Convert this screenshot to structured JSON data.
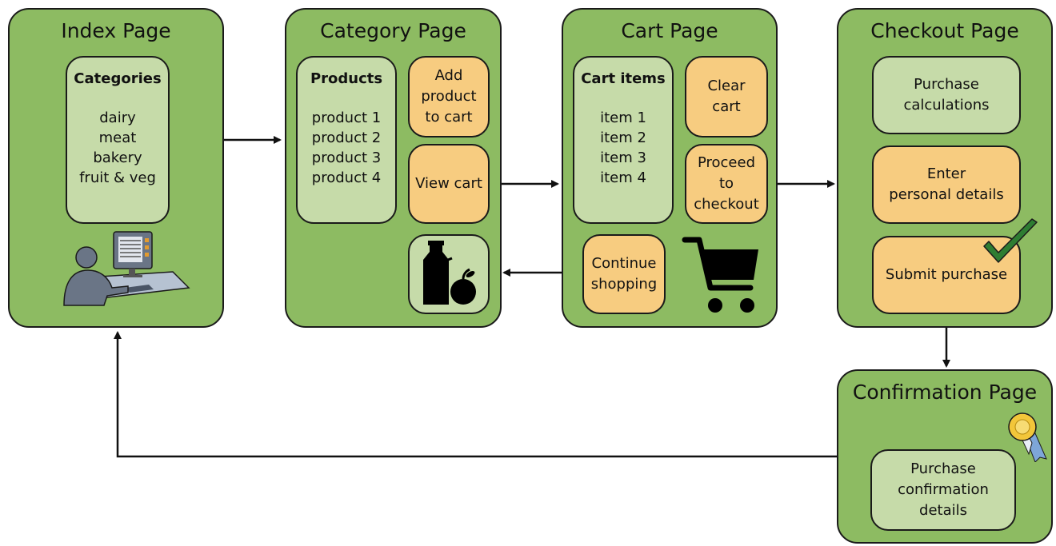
{
  "index": {
    "title": "Index Page",
    "categories": {
      "header": "Categories",
      "items": [
        "dairy",
        "meat",
        "bakery",
        "fruit & veg"
      ]
    },
    "icon": "person-at-computer-icon"
  },
  "category": {
    "title": "Category Page",
    "products": {
      "header": "Products",
      "items": [
        "product 1",
        "product 2",
        "product 3",
        "product 4"
      ]
    },
    "add_to_cart": [
      "Add",
      "product",
      "to cart"
    ],
    "view_cart": "View cart",
    "icon": "groceries-icon"
  },
  "cart": {
    "title": "Cart Page",
    "items": {
      "header": "Cart items",
      "items": [
        "item 1",
        "item 2",
        "item 3",
        "item 4"
      ]
    },
    "clear_cart": "Clear cart",
    "proceed": [
      "Proceed to",
      "checkout"
    ],
    "continue": [
      "Continue",
      "shopping"
    ],
    "icon": "shopping-cart-icon"
  },
  "checkout": {
    "title": "Checkout Page",
    "calculations": [
      "Purchase",
      "calculations"
    ],
    "personal": [
      "Enter",
      "personal details"
    ],
    "submit": "Submit purchase",
    "icon": "checkmark-icon"
  },
  "confirmation": {
    "title": "Confirmation Page",
    "details": [
      "Purchase",
      "confirmation",
      "details"
    ],
    "icon": "award-ribbon-icon"
  },
  "colors": {
    "page_bg": "#8dbb62",
    "light_box": "#c6dba9",
    "action_box": "#f7cc80",
    "outline": "#1a1a1a",
    "check": "#2e7d32"
  }
}
